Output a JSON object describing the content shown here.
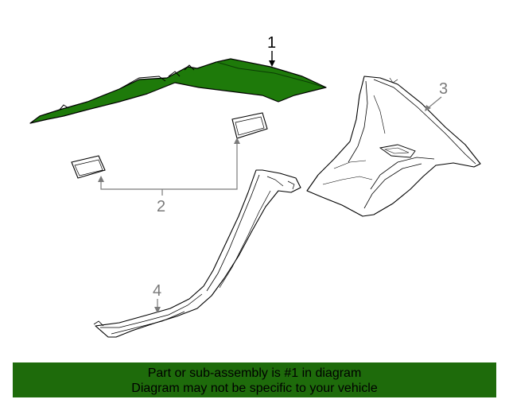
{
  "callouts": {
    "part1": "1",
    "part2": "2",
    "part3": "3",
    "part4": "4"
  },
  "colors": {
    "highlight": "#1e7a0a",
    "banner": "#1e6b0b",
    "line_art": "#000000",
    "callout_gray": "#7a7a7a"
  },
  "banner": {
    "line1": "Part or sub-assembly is #1 in diagram",
    "line2": "Diagram may not be specific to your vehicle"
  }
}
